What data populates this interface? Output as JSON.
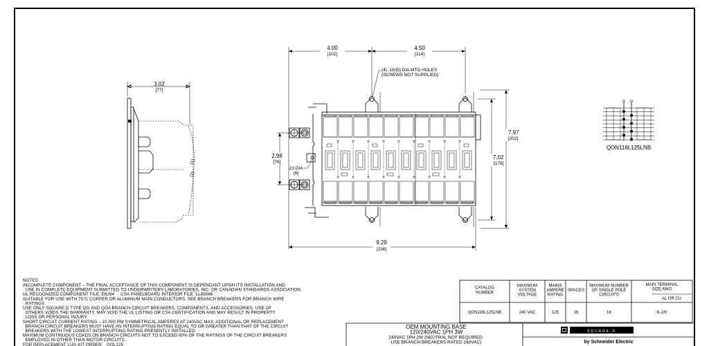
{
  "side_view": {
    "dim_depth": "3.02",
    "dim_depth_mm": "[77]",
    "marks": [
      "(1)",
      "(2)"
    ]
  },
  "front_view": {
    "dim_left": "4.00",
    "dim_left_mm": "[102]",
    "dim_right": "4.50",
    "dim_right_mm": "[114]",
    "holes_note_1": "(4) .18/[5] DIA MTG HOLES",
    "holes_note_2": "(SCREWS NOT SUPPLIED)",
    "dim_lug_spacing": "2.98",
    "dim_lug_spacing_mm": "[76]",
    "dim_dia": ".23 DIA",
    "dim_dia_mm": "[6]",
    "dim_inner_height": "7.02",
    "dim_inner_height_mm": "[178]",
    "dim_outer_height": "7.97",
    "dim_outer_height_mm": "[202]",
    "dim_width": "9.29",
    "dim_width_mm": "[236]"
  },
  "schematic": {
    "label": "QON116L125LNB"
  },
  "notes": {
    "title": "NOTES:",
    "lines": [
      "INCOMPLETE COMPONENT – THE FINAL ACCEPTANCE OF THIS COMPONENT IS DEPENDANT UPON ITS INSTALLATION AND",
      "  USE IN COMPLETE EQUIPMENT SUBMITTED TO UNDERWRITERS LABORATORIES, INC. OR CANADIAN STANDARDS ASSOCIATION.",
      "UL RECOGNIZED COMPONENT FILE: E6294     CSA PANELBOARD INTERIOR FILE: LL89066",
      "SUITABLE FOR USE WITH 75°C COPPER OR ALUMINUM MAIN CONDUCTORS. SEE BRANCH BREAKERS FOR BRANCH WIRE",
      "  RATINGS.",
      "USE ONLY SQUARE D TYPE QO AND QOA BRANCH CIRCUIT BREAKERS, COMPONENTS, AND ACCESSORIES. USE OF",
      "  OTHERS VOIDS THE WARRANTY, MAY VOID THE UL LISTING OR CSA CERTIFICATION AND MAY RESULT IN PROPERTY",
      "  LOSS OR PERSONAL INJURY.",
      "SHORT CIRCUIT CURRENT RATING – 10,000 RM SYMMETRICAL AMPERES AT 240VAC MAX. ADDITIONAL OR REPLACEMENT",
      "  BRANCH CIRCUIT BREAKERS MUST HAVE AN INTERRUPTING RATING EQUAL TO OR GREATER THAN THAT OF THE CIRCUIT",
      "  BREAKERS WITH THE LOWEST INTERRUPTING RATING PRESENTLY INSTALLED.",
      "MAXIMUM CONTINUOUS LOADS ON BRANCH CIRCUITS NOT TO EXCEED 80% OF THE RATINGS OF THE CIRCUIT BREAKERS",
      "  EMPLOYED IN OTHER THAN MOTOR CIRCUITS.",
      "FOR REPLACEMENT LUG KIT ORDER:   QOL125"
    ]
  },
  "spec_table": {
    "headers": [
      [
        "CATALOG",
        "NUMBER"
      ],
      [
        "MAXIMUM",
        "SYSTEM",
        "VOLTAGE"
      ],
      [
        "MAINS",
        "AMPERE",
        "RATING"
      ],
      [
        "SPACES"
      ],
      [
        "MAXIMUM NUMBER",
        "OF SINGLE POLE",
        "CIRCUITS"
      ],
      [
        "MAIN TERMINAL",
        "SIZE AWG"
      ]
    ],
    "subheader": "AL OR CU",
    "row": [
      "QON116L125LNB",
      "240 VAC",
      "125",
      "16",
      "16",
      "6–2/0"
    ]
  },
  "title_block": {
    "title_1": "OEM MOUNTING BASE",
    "title_2": "120/240VAC 1PH 3W",
    "desc_1": "240VAC 1PH 2W (NEUTRAL NOT REQUIRED.",
    "desc_2": "USE BRANCH BREAKERS RATED 240VAC)",
    "brand": "SQUARE D",
    "brand_sub": "by Schneider Electric"
  }
}
